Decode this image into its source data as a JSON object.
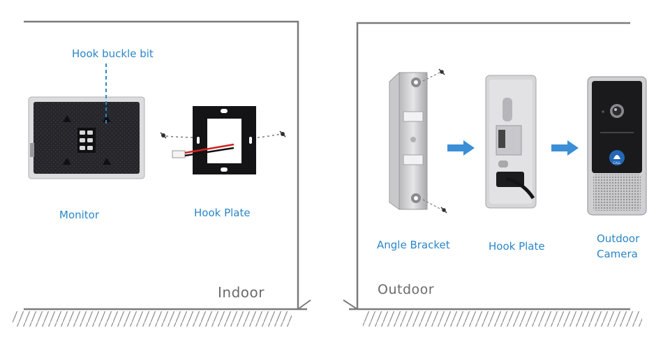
{
  "indoor": {
    "title": "Indoor",
    "callout": "Hook buckle bit",
    "items": {
      "monitor": "Monitor",
      "hook_plate": "Hook Plate"
    }
  },
  "outdoor": {
    "title": "Outdoor",
    "items": {
      "angle_bracket": "Angle Bracket",
      "hook_plate": "Hook Plate",
      "camera_line1": "Outdoor",
      "camera_line2": "Camera"
    }
  },
  "colors": {
    "label": "#2a86c8",
    "arrow": "#3b8fd6",
    "wall": "#7a7a7a",
    "room_title": "#6a6a6a"
  },
  "icons": [
    "screw-icon",
    "arrow-right-icon",
    "camera-lens-icon",
    "call-button-icon"
  ]
}
